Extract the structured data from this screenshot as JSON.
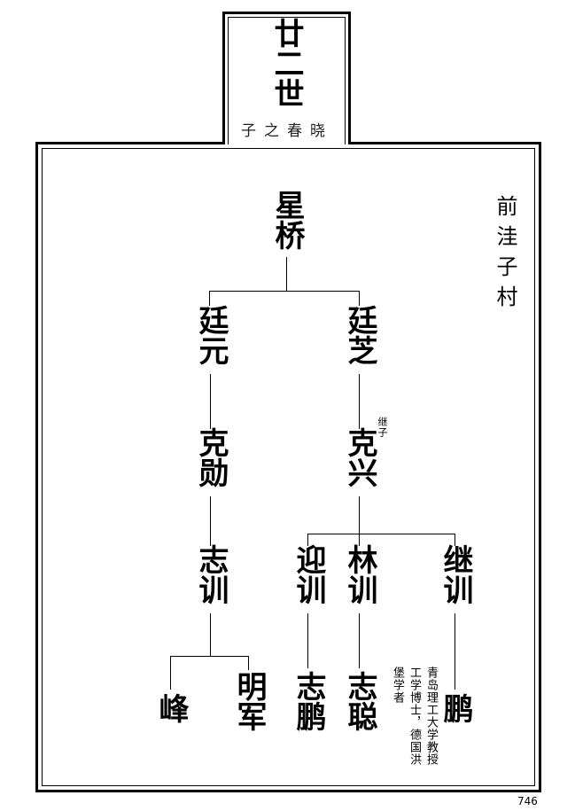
{
  "header": {
    "generation": "廿二世",
    "subtitle": "子之春晓"
  },
  "village": "前洼子村",
  "tree": {
    "root": "星桥",
    "gen2": [
      "廷元",
      "廷芝"
    ],
    "gen3": [
      "克勋",
      "克兴"
    ],
    "adopted_label": "继子",
    "gen4": [
      "志训",
      "迎训",
      "林训",
      "继训"
    ],
    "gen5": [
      "峰",
      "明军",
      "志鹏",
      "志聪",
      "鹏"
    ]
  },
  "note": [
    "青岛理工大学教授",
    "工学博士，德国洪",
    "堡学者"
  ],
  "page_number": "746"
}
